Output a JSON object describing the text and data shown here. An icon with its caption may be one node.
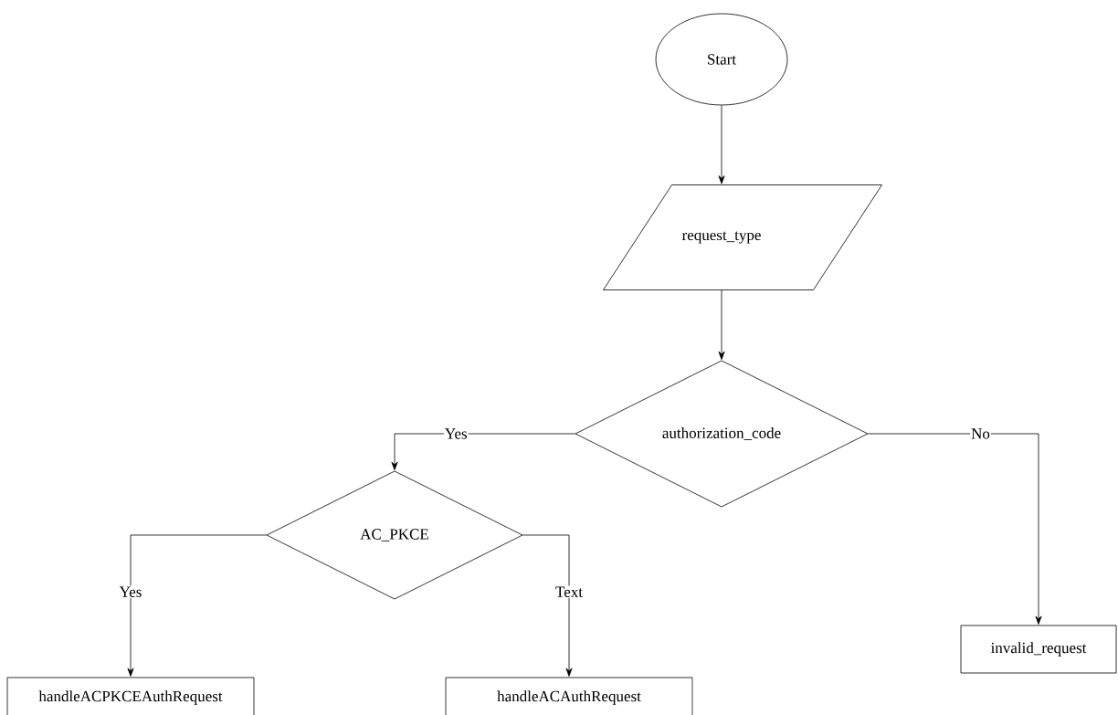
{
  "diagram": {
    "nodes": [
      {
        "text": [
          "Start"
        ]
      },
      {
        "text": [
          "request_type"
        ]
      },
      {
        "text": [
          "authorization_code"
        ]
      },
      {
        "text": [
          "AC_PKCE"
        ]
      },
      {
        "text": [
          "invalid_request"
        ]
      },
      {
        "text": [
          "handleACPKCEAuthRequest"
        ]
      },
      {
        "text": [
          "handleACAuthRequest"
        ]
      }
    ],
    "edges": [
      {
        "from": 0,
        "to": 1,
        "arrow": "to"
      },
      {
        "from": 1,
        "to": 2,
        "arrow": "to"
      },
      {
        "from": 2,
        "to": 3,
        "arrow": "to",
        "label": "Yes"
      },
      {
        "from": 2,
        "to": 4,
        "arrow": "to",
        "label": "No"
      },
      {
        "from": 3,
        "to": 5,
        "arrow": "to",
        "label": "Yes"
      },
      {
        "from": 3,
        "to": 6,
        "arrow": "to",
        "label": "Text"
      }
    ]
  }
}
